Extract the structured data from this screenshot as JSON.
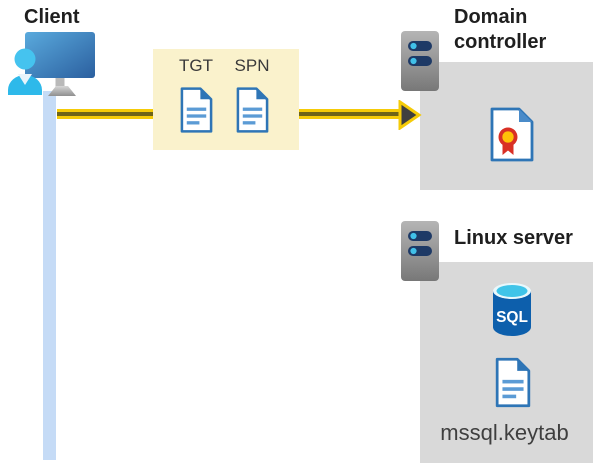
{
  "diagram": {
    "title_context": "Kerberos authentication flow",
    "client": {
      "label": "Client"
    },
    "tickets": {
      "tgt": "TGT",
      "spn": "SPN"
    },
    "domain_controller": {
      "label": "Domain controller"
    },
    "linux_server": {
      "label": "Linux server",
      "sql_label": "SQL",
      "keytab_label": "mssql.keytab"
    }
  },
  "colors": {
    "highlight_yellow_box": "#FAF2CC",
    "arrow_yellow": "#F5CB08",
    "arrow_center_stripe": "#6E6418",
    "arrowhead_gray": "#3F3F3F",
    "server_box_gray": "#D9D9D9",
    "client_bar_blue": "#C5DBF6",
    "document_border_blue": "#2E75B6",
    "document_line_blue": "#5B9BD5",
    "sql_cylinder_blue": "#0D5FAC",
    "sql_top_cyan": "#40C4E8",
    "person_cyan": "#2FB9E9",
    "monitor_blue_dark": "#2B5F9F",
    "certificate_red": "#D93025",
    "certificate_gold": "#FFC107",
    "heading_text": "#1F1F1F"
  }
}
